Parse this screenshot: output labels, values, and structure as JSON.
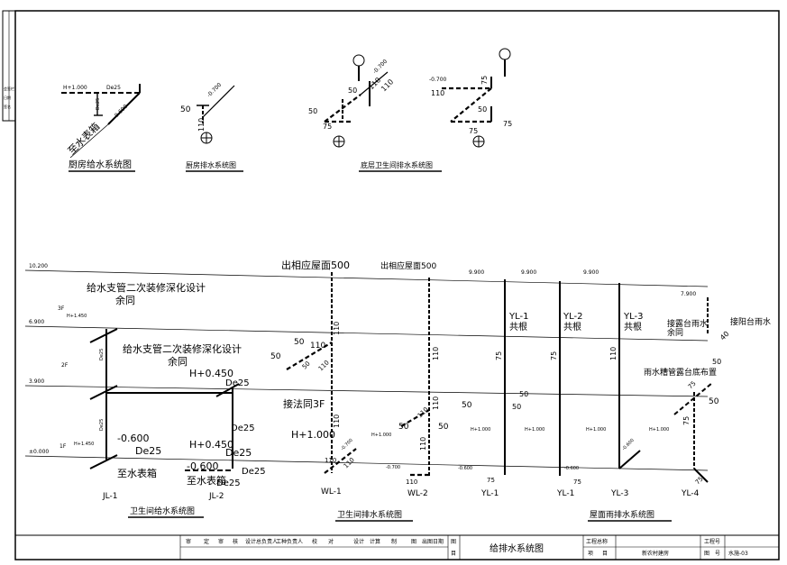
{
  "kitchen": {
    "supply_title": "厨房给水系统图",
    "drain_title": "厨房排水系统图",
    "h_label": "H+1.000",
    "de_label": "De25",
    "de_label2": "De25",
    "de_label3": "-0.600",
    "meter_label": "至水表箱",
    "drain_elev": "-0.700",
    "pipe_50": "50",
    "pipe_110": "110"
  },
  "ground_toilet": {
    "title": "底层卫生间排水系统图",
    "v1": "-0.700",
    "v2": "110",
    "v3": "50",
    "v4": "110",
    "v5": "50",
    "v6": "75",
    "v7": "-0.700",
    "v8": "110",
    "v9": "75",
    "v10": "50",
    "v11": "75",
    "v12": "75"
  },
  "levels": {
    "l1": "10.200",
    "l2": "6.900",
    "l3": "3.900",
    "l4": "±0.000",
    "f3": "3F",
    "f2": "2F",
    "f1": "1F",
    "h3": "H+1.450",
    "h1": "H+1.450"
  },
  "toilet_supply": {
    "title": "卫生间给水系统图",
    "note1a": "给水支管二次装修深化设计",
    "note1b": "余同",
    "note2a": "给水支管二次装修深化设计",
    "note2b": "余同",
    "h_045_a": "H+0.450",
    "de25_a": "De25",
    "de25_b": "De25",
    "m0600_a": "-0.600",
    "de25_c": "De25",
    "meter_a": "至水表箱",
    "h_045_b": "H+0.450",
    "de25_d": "De25",
    "m0600_b": "-0.600",
    "de25_e": "De25",
    "meter_b": "至水表箱",
    "de25_f": "De25",
    "de25_g": "De25",
    "de25_h": "De25",
    "jl1": "JL-1",
    "jl2": "JL-2"
  },
  "toilet_drain": {
    "title": "卫生间排水系统图",
    "roof1": "出相应屋面500",
    "roof2": "出相应屋面500",
    "same3f": "接法同3F",
    "h1000": "H+1.000",
    "p50a": "50",
    "p110a": "110",
    "p50b": "50",
    "p50c": "50",
    "p110b": "110",
    "p110c": "110",
    "p110d": "110",
    "p110e": "110",
    "p50d": "50",
    "p110f": "110",
    "p50e": "50",
    "p50f": "50",
    "p110g": "110",
    "p110h": "110",
    "p110i": "110",
    "p50g": "50",
    "p50h": "50",
    "m0700a": "-0.700",
    "m0700b": "-0.700",
    "h1000b": "H+1.000",
    "p110j": "110",
    "p110k": "110",
    "wl1": "WL-1",
    "wl2": "WL-2"
  },
  "roof_rain": {
    "title": "屋面雨排水系统图",
    "e1": "9.900",
    "e2": "9.900",
    "e3": "9.900",
    "e4": "7.900",
    "yl1": "YL-1",
    "yl2": "YL-2",
    "yl3": "YL-3",
    "head1": "共根",
    "head2": "共根",
    "head3": "共根",
    "note_a": "接露台雨水",
    "note_b": "余同",
    "note_c": "接阳台雨水",
    "note_d": "雨水糟管露台底布置",
    "p75a": "75",
    "p75b": "75",
    "p110a": "110",
    "p50a": "50",
    "p75c": "75",
    "p50b": "50",
    "p75d": "75",
    "h1000a": "H+1.000",
    "h1000b": "H+1.000",
    "h1000c": "H+1.000",
    "h1000d": "H+1.000",
    "m0600a": "-0.600",
    "m0600b": "-0.600",
    "m0600c": "-0.600",
    "p75e": "75",
    "p75f": "75",
    "p75g": "75",
    "yl1b": "YL-1",
    "yl1c": "YL-1",
    "yl3b": "YL-3",
    "yl4": "YL-4",
    "p40": "40"
  },
  "title_block": {
    "cells": [
      "审",
      "定",
      "审",
      "核",
      "设计总负责人",
      "工种负责人",
      "校",
      "对",
      "设计",
      "计算",
      "制",
      "图",
      "出图日期",
      "图",
      "目"
    ],
    "drawing_name": "给排水系统图",
    "project_label_a": "工程总称",
    "project_label_b": "项",
    "project_label_c": "目",
    "project_name": "新农村建房",
    "proj_no_label": "工程号",
    "fig_no_label": "图",
    "fig_no_label2": "号",
    "fig_no": "水施-03"
  },
  "margin": {
    "m1": "会签栏",
    "m2": "日期",
    "m3": "签名"
  }
}
